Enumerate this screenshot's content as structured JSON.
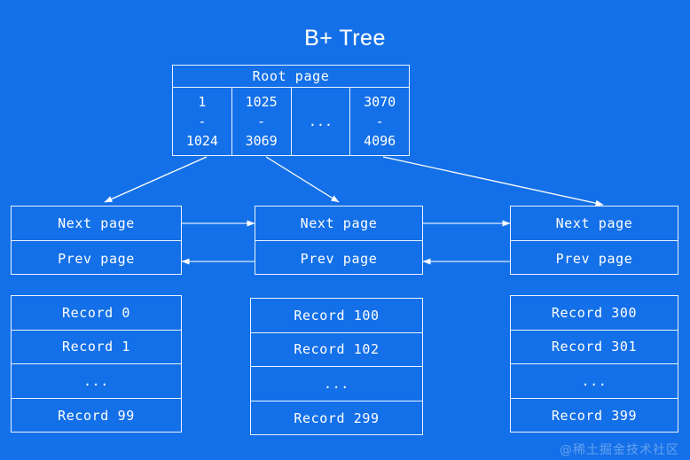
{
  "diagram": {
    "title": "B+ Tree",
    "background_color": "#1470e8",
    "line_color": "#eaf3ff",
    "text_color": "#ffffff"
  },
  "root_page": {
    "header": "Root page",
    "cells": [
      {
        "start": "1",
        "dash": "-",
        "end": "1024"
      },
      {
        "start": "1025",
        "dash": "-",
        "end": "3069"
      },
      {
        "ellipsis": "..."
      },
      {
        "start": "3070",
        "dash": "-",
        "end": "4096"
      }
    ]
  },
  "page_nodes": [
    {
      "next_label": "Next page",
      "prev_label": "Prev page"
    },
    {
      "next_label": "Next page",
      "prev_label": "Prev page"
    },
    {
      "next_label": "Next page",
      "prev_label": "Prev page"
    }
  ],
  "record_nodes": [
    {
      "rows": [
        "Record 0",
        "Record 1",
        "...",
        "Record 99"
      ]
    },
    {
      "rows": [
        "Record 100",
        "Record 102",
        "...",
        "Record 299"
      ]
    },
    {
      "rows": [
        "Record 300",
        "Record 301",
        "...",
        "Record 399"
      ]
    }
  ],
  "watermark": "@稀土掘金技术社区"
}
